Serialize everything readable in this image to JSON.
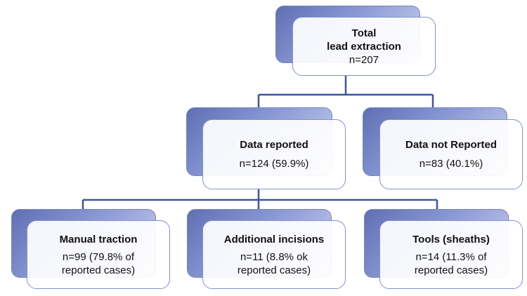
{
  "diagram": {
    "root": {
      "title_line1": "Total",
      "title_line2": "lead extraction",
      "count": "n=207"
    },
    "reported": {
      "title": "Data reported",
      "count": "n=124 (59.9%)"
    },
    "not_reported": {
      "title": "Data not Reported",
      "count": "n=83 (40.1%)"
    },
    "manual": {
      "title": "Manual traction",
      "line1": "n=99 (79.8% of",
      "line2": "reported cases)"
    },
    "incisions": {
      "title": "Additional incisions",
      "line1": "n=11 (8.8% ok",
      "line2": "reported cases)"
    },
    "tools": {
      "title": "Tools (sheaths)",
      "line1": "n=14 (11.3% of",
      "line2": "reported cases)"
    }
  },
  "colors": {
    "connector": "#3a56a0",
    "box_shadow_fill": "#6f7fc0",
    "box_border": "#7f93c7"
  }
}
